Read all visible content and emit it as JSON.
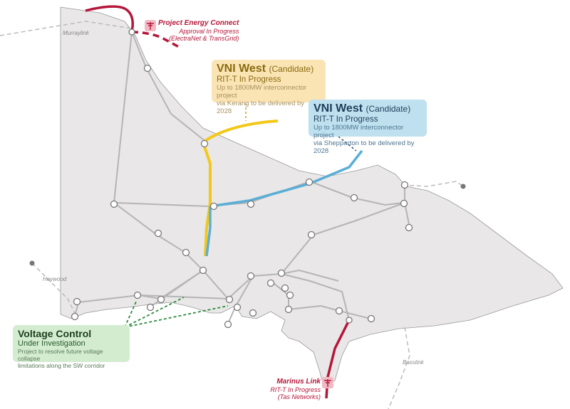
{
  "colors": {
    "land": "#e9e7e7",
    "grid": "#b5b5b5",
    "kerang": "#f2c81a",
    "shepparton": "#5aaed6",
    "red_project": "#b5173a",
    "voltage_arrow": "#2e8b3c"
  },
  "interconnectors": {
    "murraylink": "Murraylink",
    "heywood": "Heywood",
    "basslink": "Basslink"
  },
  "pec": {
    "title": "Project Energy Connect",
    "status": "Approval In Progress",
    "owner": "(ElectraNet & TransGrid)",
    "icon": "transmission-tower-icon"
  },
  "marinus": {
    "title": "Marinus Link",
    "status": "RIT-T In Progress",
    "owner": "(Tas Networks)",
    "icon": "transmission-tower-icon"
  },
  "vni_kerang": {
    "title": "VNI West",
    "candidate": "(Candidate)",
    "status": "RIT-T In Progress",
    "desc1": "Up to 1800MW interconnector project",
    "desc2": "via Kerang to be delivered by 2028",
    "bg": "#fae4b4"
  },
  "vni_shepparton": {
    "title": "VNI West",
    "candidate": "(Candidate)",
    "status": "RIT-T In Progress",
    "desc1": "Up to 1800MW interconnector project",
    "desc2": "via Shepparton to be delivered by 2028",
    "bg": "#bfe1ef"
  },
  "voltage": {
    "title": "Voltage Control",
    "status": "Under Investigation",
    "desc1": "Project to resolve future voltage collapse",
    "desc2": "limitations along the SW corridor",
    "bg": "#d3ecd0"
  }
}
